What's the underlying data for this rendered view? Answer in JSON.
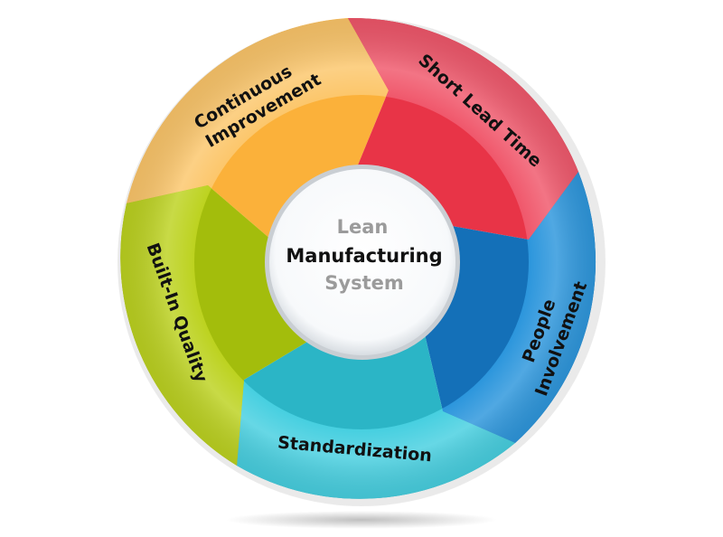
{
  "center": {
    "line1": "Lean",
    "line2": "Manufacturing",
    "line3": "System",
    "colors": {
      "muted": "#9b9b9b",
      "main": "#111111"
    }
  },
  "segments": [
    {
      "id": "continuous-improvement",
      "lines": [
        "Continuous",
        "Improvement"
      ],
      "outer": "#fcc66a",
      "inner": "#fbb13a"
    },
    {
      "id": "short-lead-time",
      "lines": [
        "Short Lead Time"
      ],
      "outer": "#f0566a",
      "inner": "#e83447"
    },
    {
      "id": "people-involvement",
      "lines": [
        "People",
        "Involvement"
      ],
      "outer": "#2a95dc",
      "inner": "#1470b8"
    },
    {
      "id": "standardization",
      "lines": [
        "Standardization"
      ],
      "outer": "#45cfe0",
      "inner": "#2bb5c6"
    },
    {
      "id": "built-in-quality",
      "lines": [
        "Built-In Quality"
      ],
      "outer": "#bcd21e",
      "inner": "#a3bd0c"
    }
  ]
}
